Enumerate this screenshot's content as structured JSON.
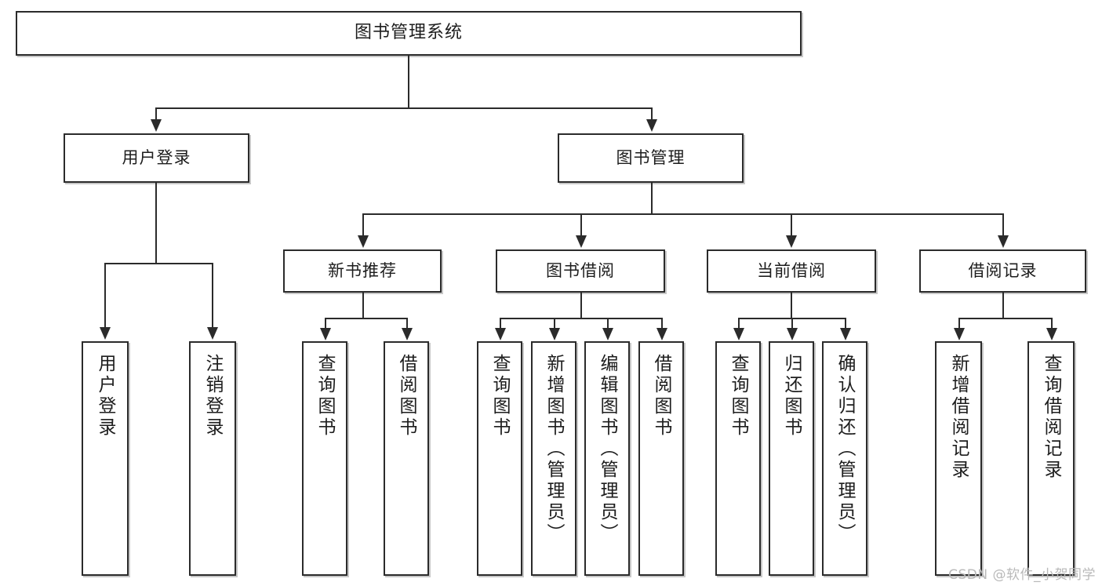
{
  "diagram": {
    "title": "图书管理系统",
    "type": "tree-hierarchy-diagram",
    "watermark": "CSDN @软件_小贺同学",
    "colors": {
      "stroke": "#2b2b2b",
      "fill": "#ffffff",
      "text": "#1d1d1d",
      "watermark": "#b9b9b9"
    },
    "root": {
      "label": "图书管理系统"
    },
    "level1": [
      {
        "id": "user-login",
        "label": "用户登录"
      },
      {
        "id": "book-manage",
        "label": "图书管理"
      }
    ],
    "level2": [
      {
        "id": "new-book-recommend",
        "label": "新书推荐"
      },
      {
        "id": "book-borrow",
        "label": "图书借阅"
      },
      {
        "id": "current-borrow",
        "label": "当前借阅"
      },
      {
        "id": "borrow-record",
        "label": "借阅记录"
      }
    ],
    "leaves": {
      "user_login": [
        {
          "id": "leaf-user-login",
          "label": "用户登录"
        },
        {
          "id": "leaf-logout-login",
          "label": "注销登录"
        }
      ],
      "new_book_recommend": [
        {
          "id": "leaf-query-book-1",
          "label": "查询图书"
        },
        {
          "id": "leaf-borrow-book-1",
          "label": "借阅图书"
        }
      ],
      "book_borrow": [
        {
          "id": "leaf-query-book-2",
          "label": "查询图书"
        },
        {
          "id": "leaf-add-book",
          "label": "新增图书（管理员）"
        },
        {
          "id": "leaf-edit-book",
          "label": "编辑图书（管理员）"
        },
        {
          "id": "leaf-borrow-book-2",
          "label": "借阅图书"
        }
      ],
      "current_borrow": [
        {
          "id": "leaf-query-book-3",
          "label": "查询图书"
        },
        {
          "id": "leaf-return-book",
          "label": "归还图书"
        },
        {
          "id": "leaf-confirm-return",
          "label": "确认归还（管理员）"
        }
      ],
      "borrow_record": [
        {
          "id": "leaf-add-record",
          "label": "新增借阅记录"
        },
        {
          "id": "leaf-query-record",
          "label": "查询借阅记录"
        }
      ]
    }
  }
}
